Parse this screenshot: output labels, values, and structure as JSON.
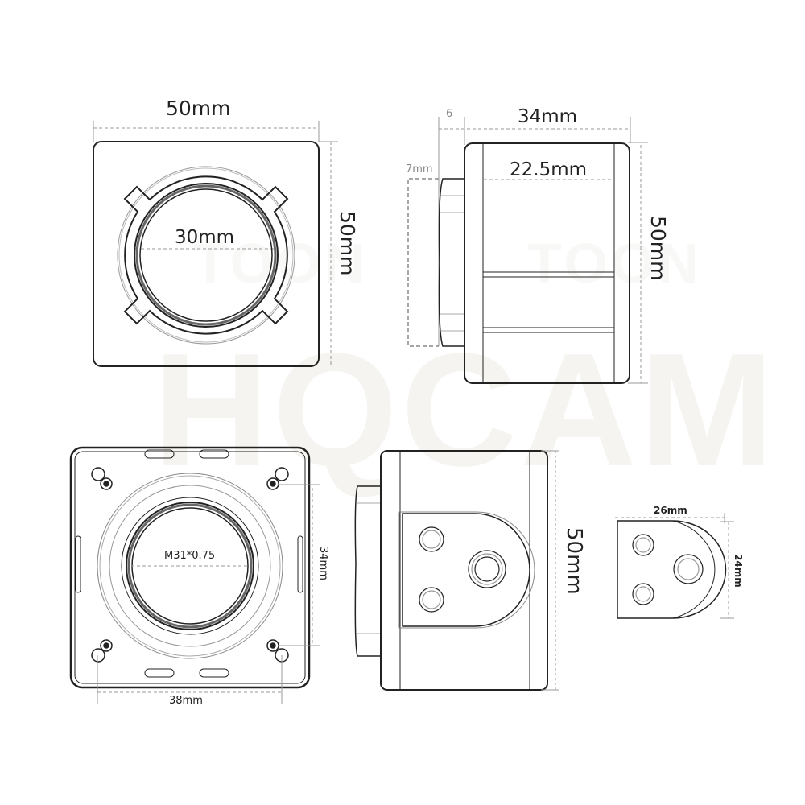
{
  "watermark": {
    "main": "HQCAM",
    "secondary": "TOON"
  },
  "front_view": {
    "width_label": "50mm",
    "height_label": "50mm",
    "aperture_label": "30mm"
  },
  "side_view": {
    "overall_depth_label": "34mm",
    "flange_label": "6",
    "lens_protrusion_label": "7mm",
    "body_depth_label": "22.5mm",
    "height_label": "50mm"
  },
  "rear_view": {
    "thread_label": "M31*0.75",
    "hole_spacing_horizontal_label": "38mm",
    "hole_spacing_vertical_label": "34mm"
  },
  "side_mount_view": {
    "height_label": "50mm"
  },
  "mount_plate_view": {
    "width_label": "26mm",
    "height_label": "24mm"
  },
  "colors": {
    "line": "#222222",
    "dim_line": "#9a9a9a",
    "watermark": "#f5f4f0"
  }
}
